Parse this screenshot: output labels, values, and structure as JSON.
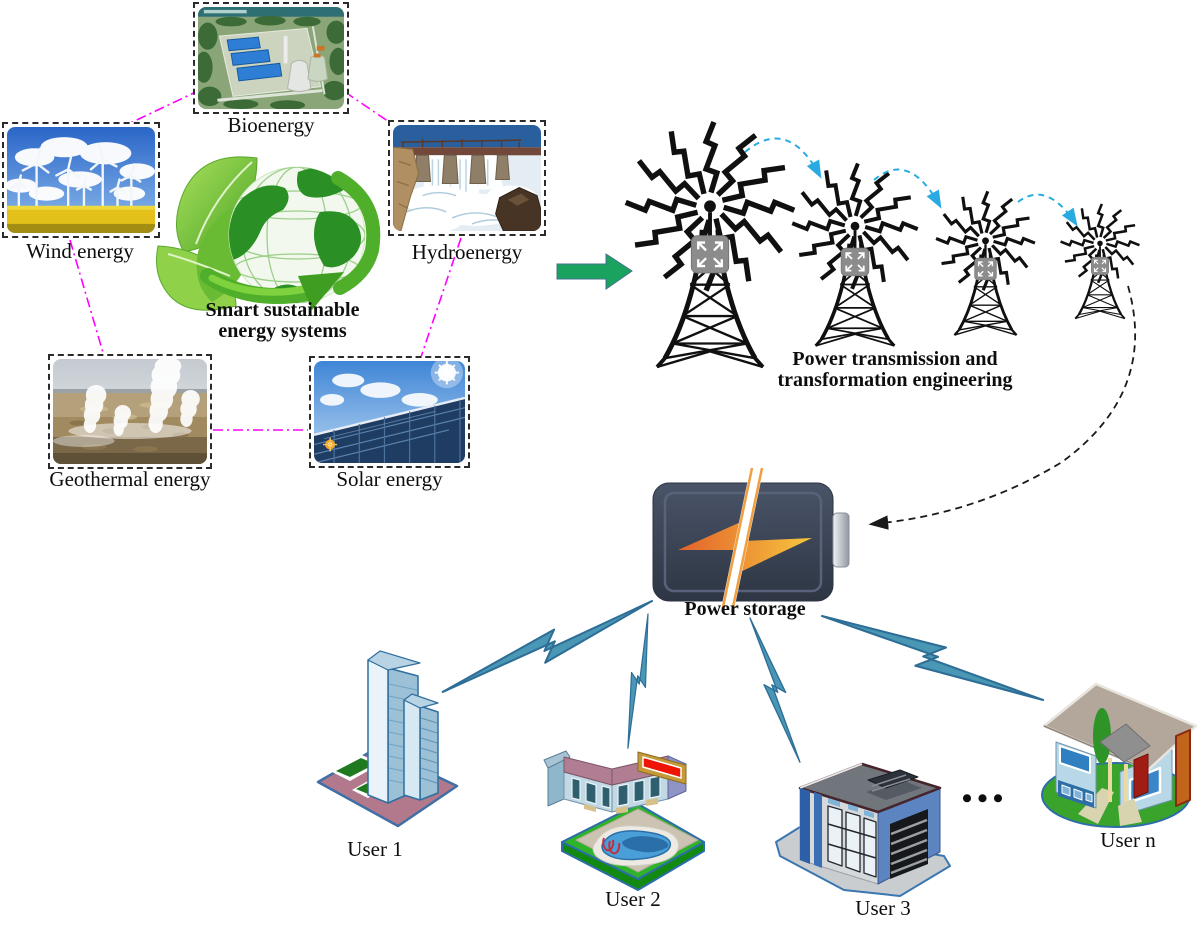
{
  "diagram": {
    "center": {
      "label": "Smart sustainable energy systems"
    },
    "sources": {
      "bioenergy": {
        "label": "Bioenergy"
      },
      "wind": {
        "label": "Wind energy"
      },
      "hydro": {
        "label": "Hydroenergy"
      },
      "geothermal": {
        "label": "Geothermal energy"
      },
      "solar": {
        "label": "Solar energy"
      }
    },
    "transmission": {
      "label": "Power transmission and transformation engineering"
    },
    "storage": {
      "label": "Power storage"
    },
    "users": {
      "user1": {
        "label": "User 1"
      },
      "user2": {
        "label": "User 2"
      },
      "user3": {
        "label": "User 3"
      },
      "usern": {
        "label": "User n"
      },
      "ellipsis": "•••"
    },
    "colors": {
      "connector_magenta": "#ff00ff",
      "flow_arrow_green": "#19a35e",
      "wireless_link_blue": "#29abe2",
      "route_dashed_black": "#1a1a1a",
      "power_bolt_teal": "#4a97b5",
      "battery_body": "#3d4657",
      "battery_bolt_orange": "#f08c2e"
    }
  }
}
